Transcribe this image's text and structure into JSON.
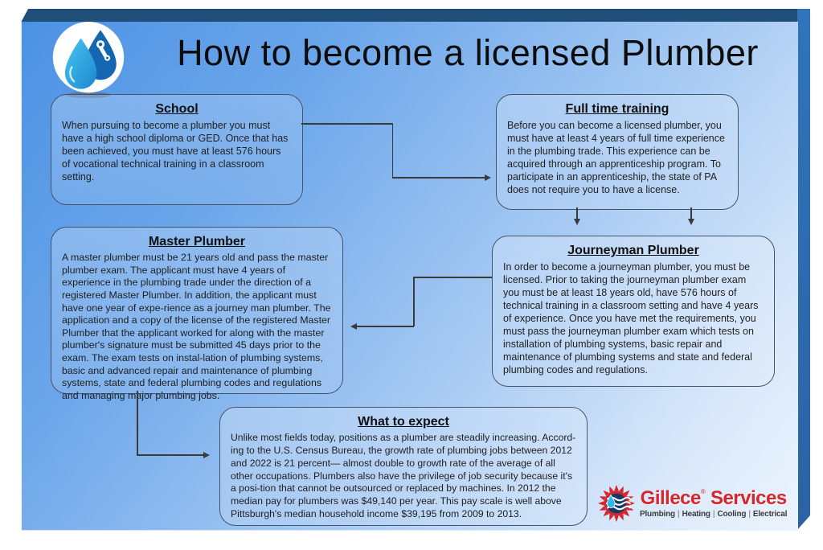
{
  "title": "How to become a licensed Plumber",
  "nodes": {
    "school": {
      "title": "School",
      "body": "When pursuing to become a plumber you must have a high school diploma or GED. Once that has been achieved, you must have at least 576 hours of vocational technical training in a classroom setting."
    },
    "full_time_training": {
      "title": "Full time training",
      "body": "Before you can become a licensed plumber, you must have at least 4 years of full time experience in the plumbing trade. This experience can be acquired through an apprenticeship program. To participate in an apprenticeship, the state of PA does not require you to have a license."
    },
    "master_plumber": {
      "title": "Master Plumber",
      "body": "A master plumber must be 21 years old and pass the master plumber exam. The applicant must have 4 years of experience in the plumbing trade under the direction of a registered Master Plumber. In addition, the applicant must have one year of expe-rience as a journey man plumber. The application and a copy of the license of the registered Master Plumber that the applicant worked for along with the master plumber's signature must be submitted 45 days prior to the exam. The exam tests on instal-lation of plumbing systems, basic and advanced repair and maintenance of plumbing systems, state and federal plumbing codes and regulations and managing major plumbing jobs."
    },
    "journeyman_plumber": {
      "title": "Journeyman Plumber",
      "body": "In order to become a journeyman plumber, you must be licensed. Prior to taking the journeyman plumber exam you must be at least 18 years old, have 576 hours of technical training in a classroom setting and have 4 years of experience. Once you have met the requirements, you must pass the journeyman plumber exam which tests on installation of plumbing systems, basic repair and maintenance of plumbing systems and state and federal plumbing codes and regulations."
    },
    "what_to_expect": {
      "title": "What to expect",
      "body": "Unlike most fields today, positions as a plumber are steadily increasing. Accord-ing to the U.S. Census Bureau, the growth rate of plumbing jobs between 2012 and 2022 is 21 percent— almost double to growth rate of the average of all other occupations. Plumbers also have the privilege of job security because it's a posi-tion that cannot be outsourced or replaced by machines. In 2012 the median pay for plumbers was $49,140 per year. This pay scale is well above Pittsburgh's median household income $39,195 from 2009 to 2013."
    }
  },
  "footer": {
    "brand_first": "Gillece",
    "brand_mark": "®",
    "brand_second": " Services",
    "tagline": [
      "Plumbing",
      "Heating",
      "Cooling",
      "Electrical"
    ],
    "separator": "|"
  },
  "icons": {
    "header_logo": "water-drops-wrench-logo",
    "footer_logo": "sunburst-waves-logo"
  },
  "colors": {
    "slab_top": "#1f4e79",
    "slab_right": "#2e6db2",
    "face_gradient_start": "#4c92e4",
    "face_gradient_end": "#ecf4fd",
    "node_border": "#44546a",
    "connector": "#3a3a3a",
    "brand_red": "#d6252b"
  }
}
